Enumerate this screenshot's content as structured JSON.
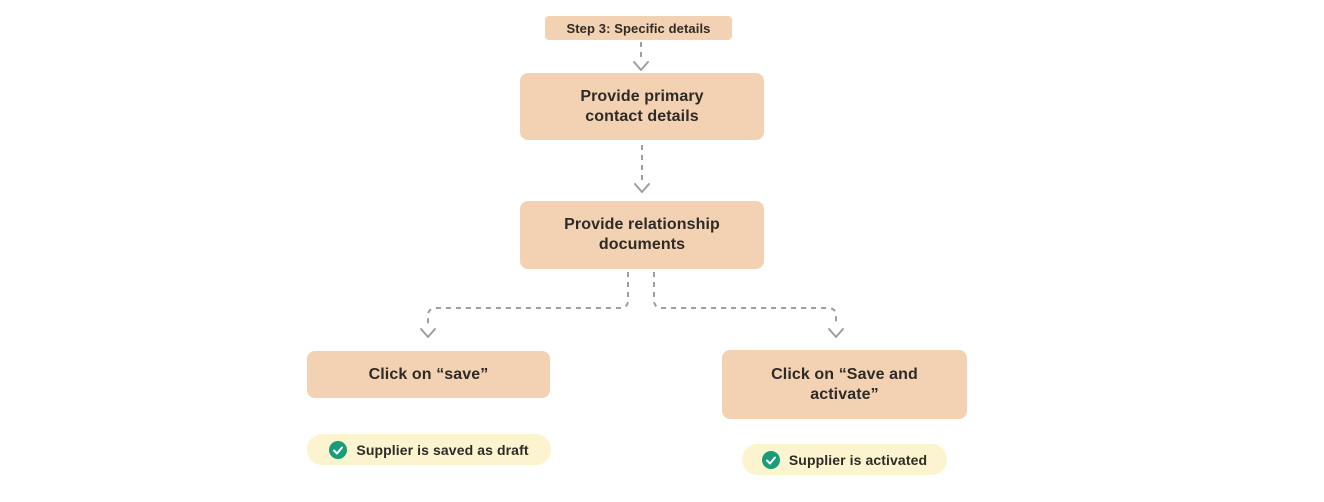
{
  "colors": {
    "node_bg": "#F2D2B2",
    "chip_bg": "#F2D2B2",
    "badge_bg": "#FCF3CF",
    "check_green": "#1B9C78",
    "text_dark": "#2E2A27",
    "connector_gray": "#9E9E9E",
    "page_bg": "#FFFFFF"
  },
  "flow": {
    "step_chip": "Step 3: Specific details",
    "nodes": {
      "primary_contact": "Provide primary\ncontact details",
      "relationship_docs": "Provide relationship\ndocuments",
      "click_save": "Click on “save”",
      "click_save_activate": "Click on “Save and\nactivate”"
    },
    "outcomes": {
      "draft": "Supplier is saved as draft",
      "activated": "Supplier is activated"
    }
  }
}
